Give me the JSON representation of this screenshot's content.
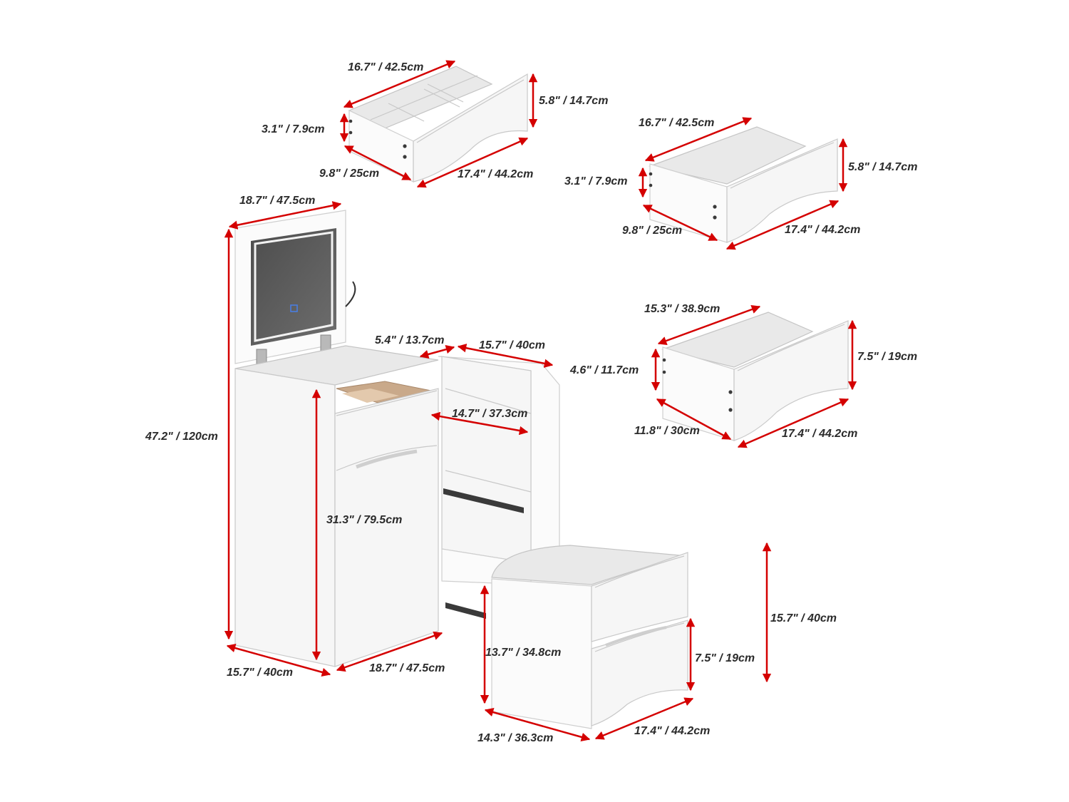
{
  "colors": {
    "arrow": "#d40000",
    "label": "#2b2b2b",
    "panel": "#f6f6f6",
    "edge": "#c8c8c8",
    "mirror": "#5a5a5a",
    "wood": "#c9a98a"
  },
  "icons": {
    "touch_switch": "touch-switch-icon"
  },
  "drawer_top": {
    "width": "16.7\" / 42.5cm",
    "height": "5.8\" / 14.7cm",
    "inner_height": "3.1\" / 7.9cm",
    "depth": "9.8\" / 25cm",
    "front": "17.4\" / 44.2cm"
  },
  "drawer_right_top": {
    "width": "16.7\" / 42.5cm",
    "height": "5.8\" / 14.7cm",
    "inner_height": "3.1\" / 7.9cm",
    "depth": "9.8\" / 25cm",
    "front": "17.4\" / 44.2cm"
  },
  "drawer_right_mid": {
    "width": "15.3\" / 38.9cm",
    "height": "7.5\" / 19cm",
    "inner_height": "4.6\" / 11.7cm",
    "depth": "11.8\" / 30cm",
    "front": "17.4\" / 44.2cm"
  },
  "vanity": {
    "mirror_width": "18.7\" / 47.5cm",
    "total_height": "47.2\" / 120cm",
    "desk_height": "31.3\" / 79.5cm",
    "shelf_depth": "5.4\" / 13.7cm",
    "cabinet_width": "15.7\" / 40cm",
    "shelf_inner": "14.7\" / 37.3cm",
    "base_depth": "15.7\" / 40cm",
    "base_width": "18.7\" / 47.5cm"
  },
  "stool": {
    "height": "13.7\" / 34.8cm",
    "drawer_height": "7.5\" / 19cm",
    "depth": "14.3\" / 36.3cm",
    "width": "17.4\" / 44.2cm",
    "floor_height": "15.7\" / 40cm"
  }
}
